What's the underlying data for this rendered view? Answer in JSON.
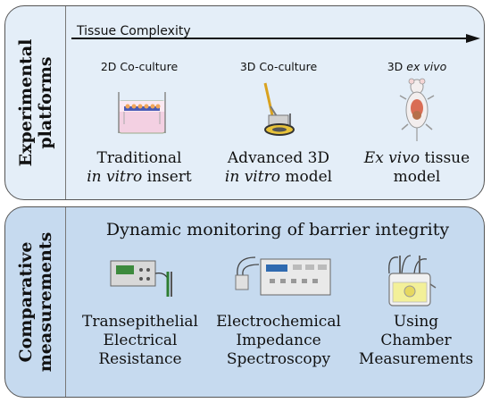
{
  "top_panel": {
    "side_title_line1": "Experimental",
    "side_title_line2": "platforms",
    "axis_label": "Tissue Complexity",
    "columns": [
      {
        "small": "2D Co-culture",
        "line1": "Traditional",
        "line2_italic": "in vitro",
        "line2_rest": " insert",
        "icon": "cell-culture-insert-icon"
      },
      {
        "small": "3D Co-culture",
        "line1": "Advanced 3D",
        "line2_italic": "in vitro",
        "line2_rest": " model",
        "icon": "3d-model-icon"
      },
      {
        "small_plain": "3D ",
        "small_italic": "ex vivo",
        "line1_italic": "Ex vivo",
        "line1_rest": " tissue",
        "line2": "model",
        "icon": "mouse-icon"
      }
    ]
  },
  "bottom_panel": {
    "side_title_line1": "Comparative",
    "side_title_line2": "measurements",
    "heading": "Dynamic monitoring of barrier integrity",
    "columns": [
      {
        "lines": [
          "Transepithelial",
          "Electrical",
          "Resistance"
        ],
        "icon": "teer-meter-icon"
      },
      {
        "lines": [
          "Electrochemical",
          "Impedance",
          "Spectroscopy"
        ],
        "icon": "impedance-analyzer-icon"
      },
      {
        "lines": [
          "Using",
          "Chamber",
          "Measurements"
        ],
        "icon": "ussing-chamber-icon"
      }
    ]
  },
  "colors": {
    "top_panel": "#e4eef8",
    "bottom_panel": "#c6daef",
    "border": "#555555"
  }
}
